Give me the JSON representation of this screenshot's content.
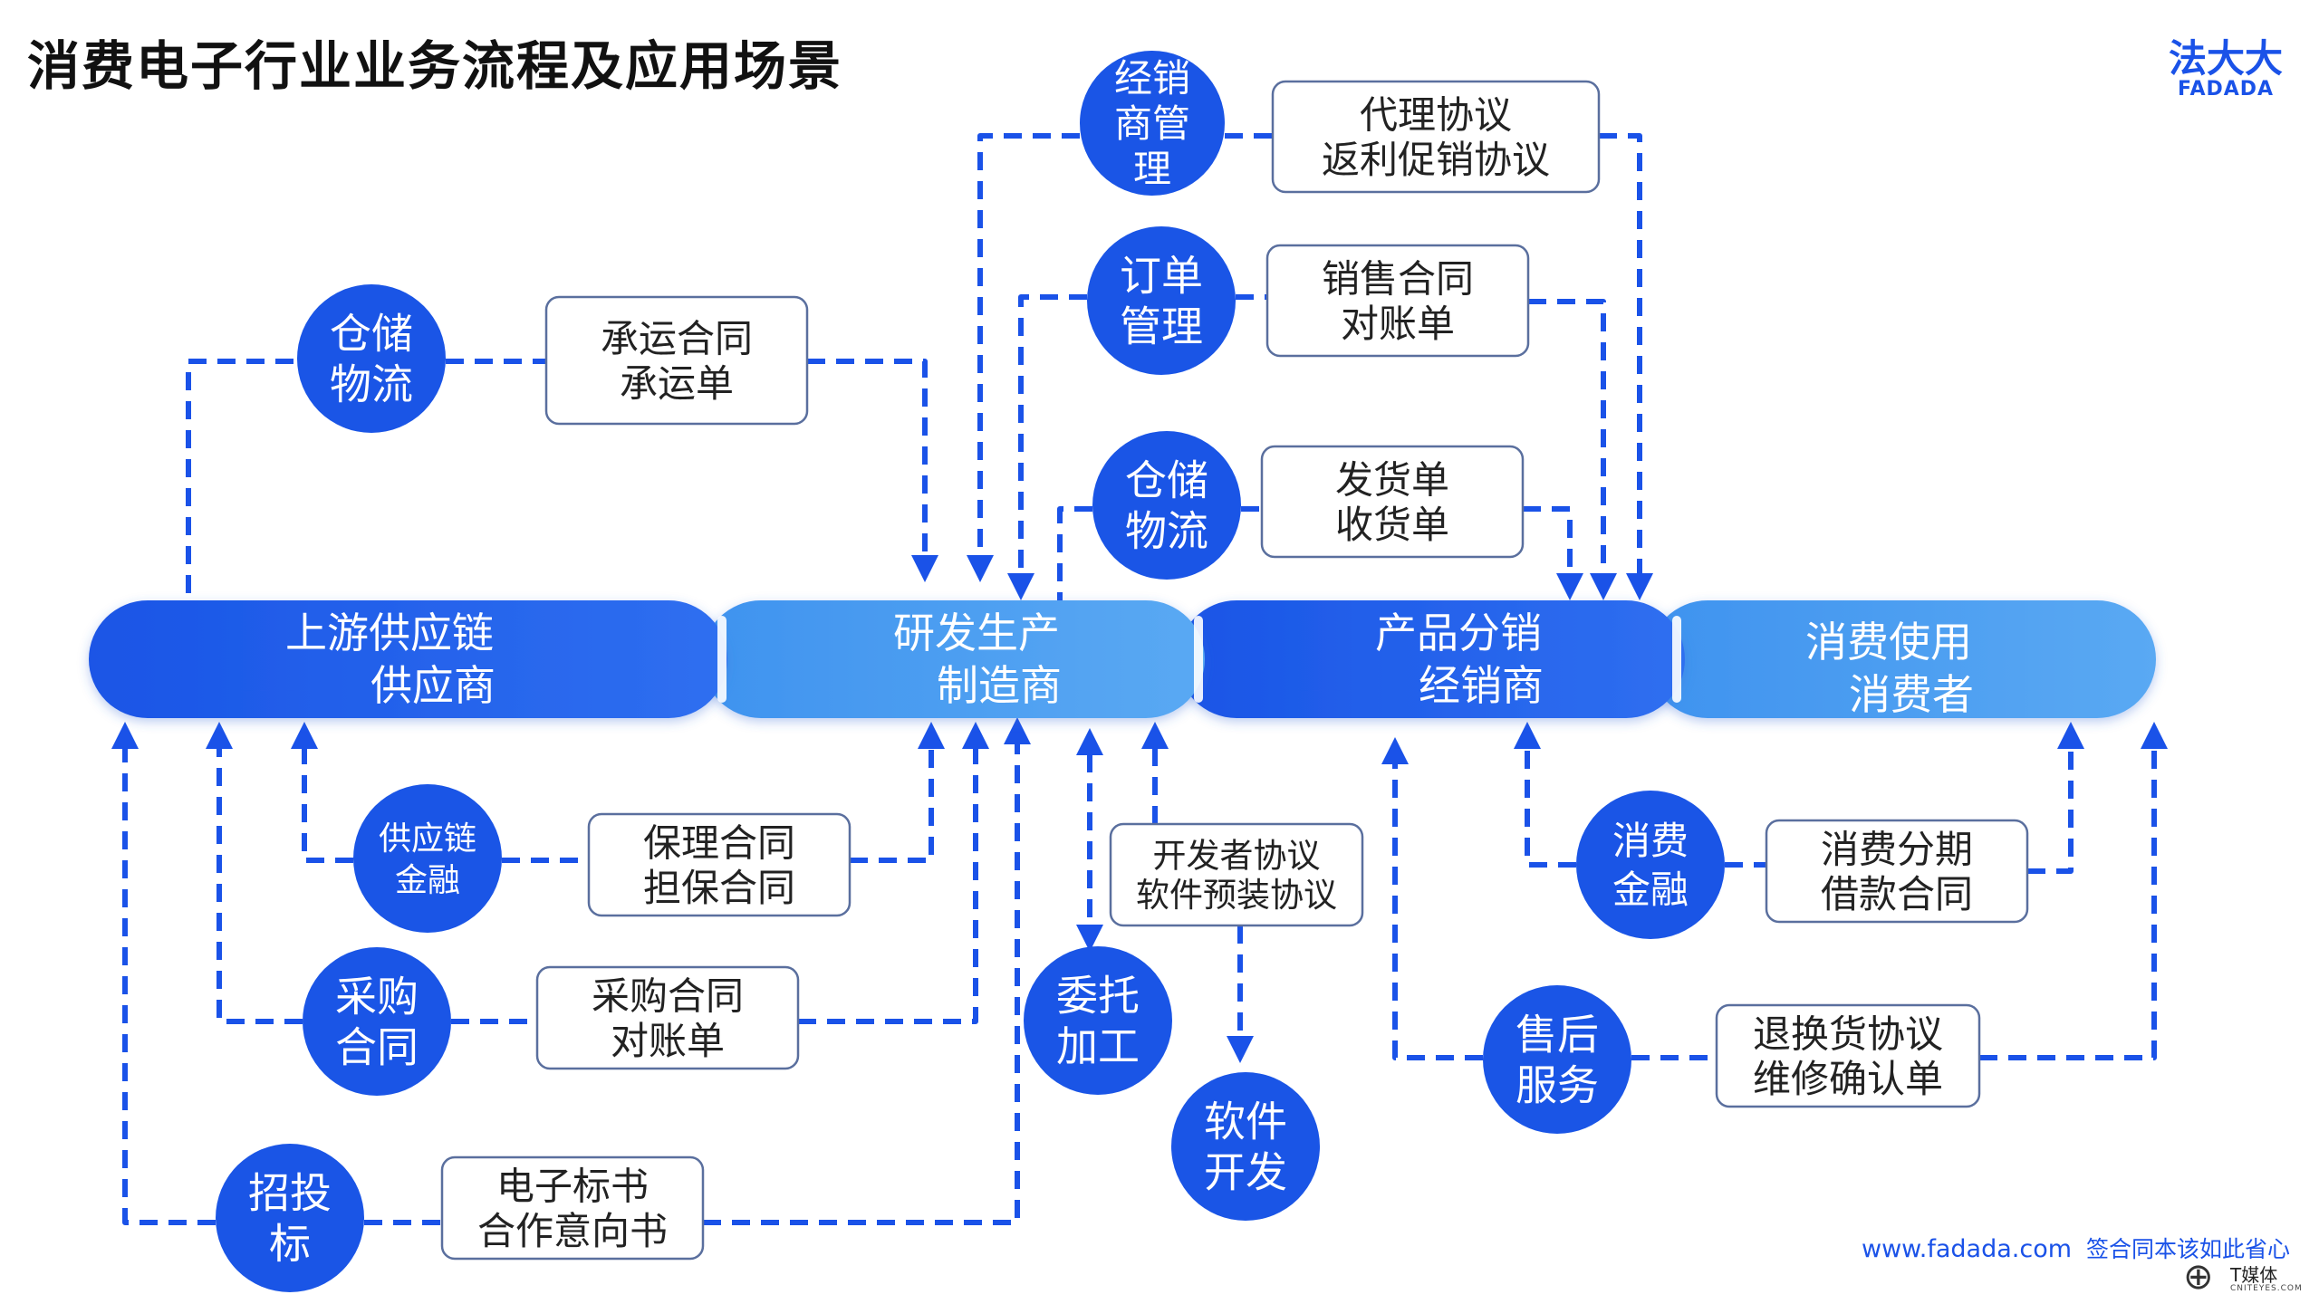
{
  "title": "消费电子行业业务流程及应用场景",
  "logo": {
    "cn": "法大大",
    "en": "FADADA"
  },
  "footer": {
    "url": "www.fadada.com",
    "slogan": "签合同本该如此省心"
  },
  "watermark": {
    "cn": "T媒体",
    "en": "CNITEYES.COM"
  },
  "colors": {
    "accent": "#1a52e8",
    "circle": "#1a55e6",
    "stage_dark": "#1d5ce8",
    "stage_light": "#4a9df0",
    "box_border": "#5a6f9e"
  },
  "stages": [
    {
      "line1": "上游供应链",
      "line2": "供应商"
    },
    {
      "line1": "研发生产",
      "line2": "制造商"
    },
    {
      "line1": "产品分销",
      "line2": "经销商"
    },
    {
      "line1": "消费使用",
      "line2": "消费者"
    }
  ],
  "circles": [
    {
      "lines": [
        "经销",
        "商管",
        "理"
      ]
    },
    {
      "lines": [
        "订单",
        "管理"
      ]
    },
    {
      "lines": [
        "仓储",
        "物流"
      ]
    },
    {
      "lines": [
        "仓储",
        "物流"
      ]
    },
    {
      "lines": [
        "供应链",
        "金融"
      ]
    },
    {
      "lines": [
        "采购",
        "合同"
      ]
    },
    {
      "lines": [
        "招投",
        "标"
      ]
    },
    {
      "lines": [
        "委托",
        "加工"
      ]
    },
    {
      "lines": [
        "软件",
        "开发"
      ]
    },
    {
      "lines": [
        "消费",
        "金融"
      ]
    },
    {
      "lines": [
        "售后",
        "服务"
      ]
    }
  ],
  "documents": [
    {
      "lines": [
        "代理协议",
        "返利促销协议"
      ]
    },
    {
      "lines": [
        "销售合同",
        "对账单"
      ]
    },
    {
      "lines": [
        "发货单",
        "收货单"
      ]
    },
    {
      "lines": [
        "承运合同",
        "承运单"
      ]
    },
    {
      "lines": [
        "保理合同",
        "担保合同"
      ]
    },
    {
      "lines": [
        "采购合同",
        "对账单"
      ]
    },
    {
      "lines": [
        "电子标书",
        "合作意向书"
      ]
    },
    {
      "lines": [
        "开发者协议",
        "软件预装协议"
      ]
    },
    {
      "lines": [
        "消费分期",
        "借款合同"
      ]
    },
    {
      "lines": [
        "退换货协议",
        "维修确认单"
      ]
    }
  ]
}
